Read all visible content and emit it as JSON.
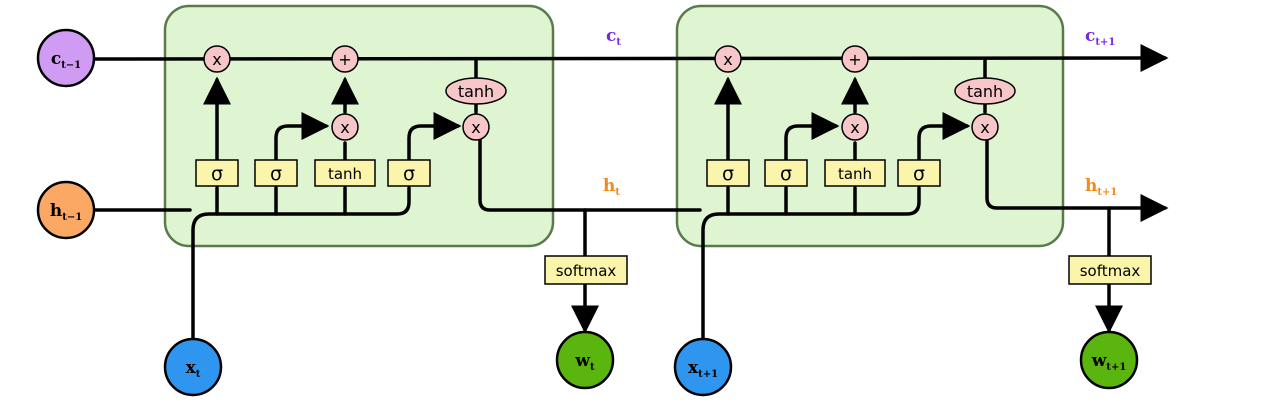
{
  "colors": {
    "cell_fill": "#dff5d2",
    "cell_border": "#5a7a4e",
    "gate_fill": "#fbf5ab",
    "op_fill": "#f7c6c9",
    "c_node": "#cf9bf3",
    "h_node": "#fca865",
    "x_node": "#2f96f0",
    "w_node": "#5ab60f",
    "c_label": "#7a2bd6",
    "h_label": "#f08a1c"
  },
  "gates": {
    "sigma": "σ",
    "tanh": "tanh",
    "softmax": "softmax"
  },
  "ops": {
    "multiply": "x",
    "add": "+"
  },
  "nodes": {
    "c_prev": {
      "base": "c",
      "sub": "t−1"
    },
    "h_prev": {
      "base": "h",
      "sub": "t−1"
    },
    "x_t": {
      "base": "x",
      "sub": "t"
    },
    "x_next": {
      "base": "x",
      "sub": "t+1"
    },
    "w_t": {
      "base": "w",
      "sub": "t"
    },
    "w_next": {
      "base": "w",
      "sub": "t+1"
    }
  },
  "wire_labels": {
    "c_t": {
      "base": "c",
      "sub": "t"
    },
    "c_next": {
      "base": "c",
      "sub": "t+1"
    },
    "h_t": {
      "base": "h",
      "sub": "t"
    },
    "h_next": {
      "base": "h",
      "sub": "t+1"
    }
  }
}
